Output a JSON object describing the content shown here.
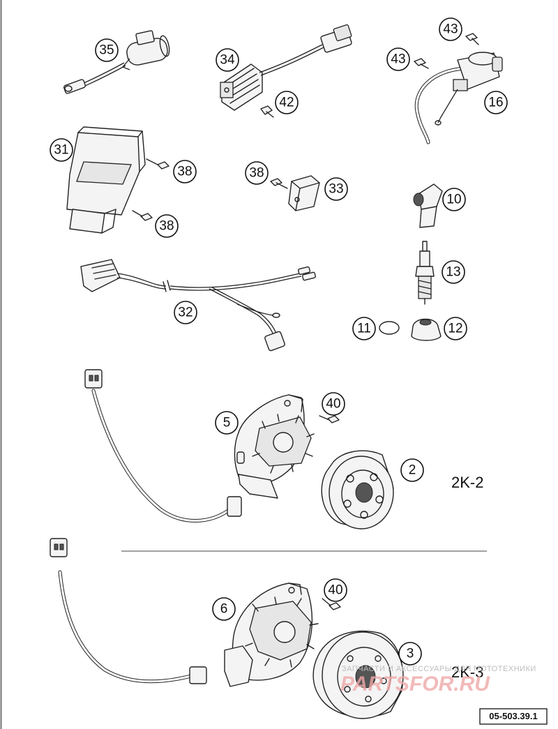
{
  "callouts": {
    "c35": "35",
    "c34": "34",
    "c42": "42",
    "c43a": "43",
    "c43b": "43",
    "c16": "16",
    "c31": "31",
    "c38a": "38",
    "c38b": "38",
    "c38c": "38",
    "c33": "33",
    "c10": "10",
    "c13": "13",
    "c32": "32",
    "c11": "11",
    "c12": "12",
    "c40a": "40",
    "c5": "5",
    "c2": "2",
    "c40b": "40",
    "c6": "6",
    "c3": "3"
  },
  "group_labels": {
    "kit_2k2": "2K-2",
    "kit_2k3": "2K-3"
  },
  "doc_ref": "05-503.39.1",
  "watermark": {
    "tagline": "ЗАПЧАСТИ И АКСЕССУАРЫ ДЛЯ МОТОТЕХНИКИ",
    "logo": "PARTSFOR.RU"
  }
}
